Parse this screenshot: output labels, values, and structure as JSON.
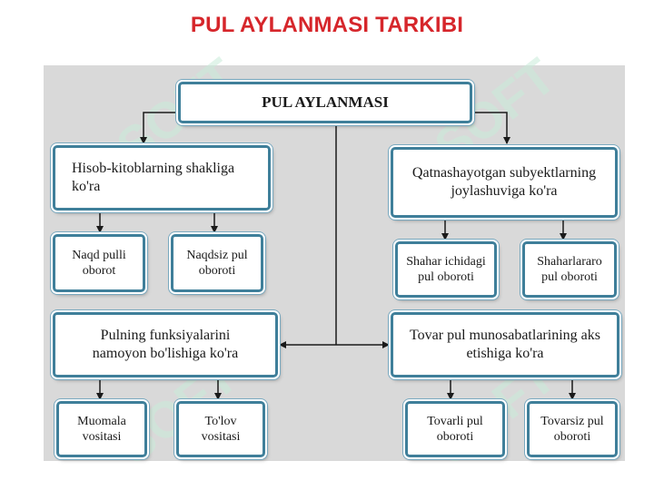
{
  "title": "PUL AYLANMASI TARKIBI",
  "root": "PUL AYLANMASI",
  "categories": {
    "settlement_form": "Hisob-kitoblarning shakliga ko'ra",
    "participants_location": "Qatnashayotgan subyektlarning joylashuviga ko'ra",
    "money_functions": "Pulning funksiyalarini namoyon bo'lishiga ko'ra",
    "commodity_money": "Tovar pul munosabatlarining aks etishiga ko'ra"
  },
  "leaves": {
    "cash": "Naqd pulli oborot",
    "noncash": "Naqdsiz pul oboroti",
    "intracity": "Shahar ichidagi pul oboroti",
    "intercity": "Shaharlararo pul oboroti",
    "circulation_means": "Muomala vositasi",
    "payment_means": "To'lov vositasi",
    "commodity": "Tovarli pul oboroti",
    "noncommodity": "Tovarsiz pul oboroti"
  },
  "watermark_text": "SOFT",
  "colors": {
    "title": "#d6262b",
    "box_border": "#3f7f9a",
    "panel": "#d9d9d9",
    "connector": "#1a1a1a"
  }
}
